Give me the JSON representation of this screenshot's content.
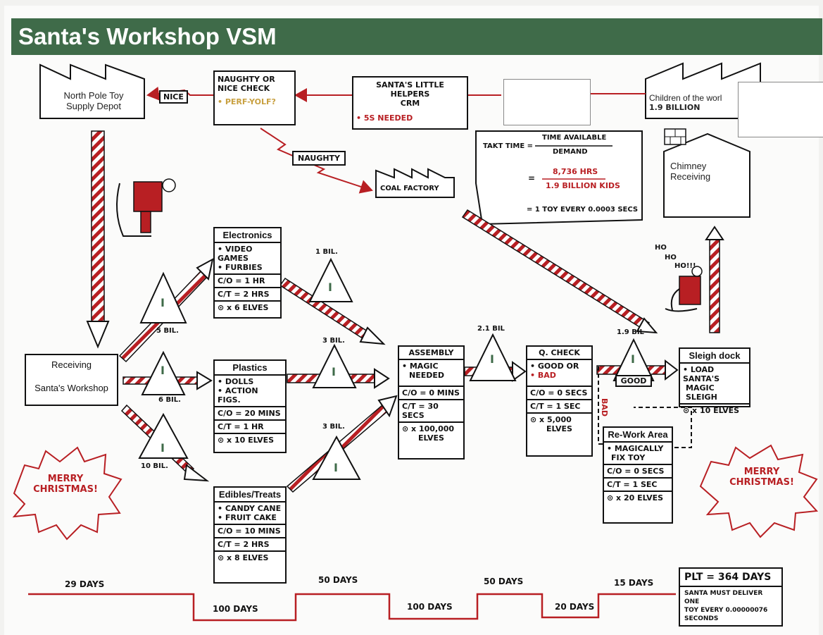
{
  "header": {
    "title": "Santa's Workshop VSM"
  },
  "supplier": {
    "line1": "North Pole Toy",
    "line2": "Supply Depot"
  },
  "naughty_nice": {
    "line1": "NAUGHTY OR",
    "line2": "NICE CHECK",
    "bullet": "• PERF-YOLF?"
  },
  "crm": {
    "line1": "SANTA'S LITTLE HELPERS",
    "line2": "CRM",
    "bullet": "• 5S NEEDED"
  },
  "customer": {
    "line1": "Children of the worl",
    "line2": "1.9 BILLION"
  },
  "chimney": {
    "line1": "Chimney",
    "line2": "Receiving"
  },
  "flow_labels": {
    "nice": "NICE",
    "naughty": "NAUGHTY",
    "good": "GOOD",
    "bad": "BAD"
  },
  "coal": {
    "label": "COAL FACTORY"
  },
  "takt": {
    "label": "TAKT TIME =",
    "numerator": "TIME AVAILABLE",
    "denominator": "DEMAND",
    "eq": "=",
    "num2": "8,736 HRS",
    "den2": "1.9 BILLION KIDS",
    "result": "= 1 TOY EVERY 0.0003 SECS"
  },
  "receiving": {
    "line1": "Receiving",
    "line2": "Santa's Workshop"
  },
  "electronics": {
    "title": "Electronics",
    "items": [
      "• VIDEO GAMES",
      "• FURBIES"
    ],
    "co": "C/O = 1 HR",
    "ct": "C/T = 2 HRS",
    "elves": "⊙ x 6 ELVES"
  },
  "plastics": {
    "title": "Plastics",
    "items": [
      "• DOLLS",
      "• ACTION FIGS."
    ],
    "co": "C/O = 20 MINS",
    "ct": "C/T = 1 HR",
    "elves": "⊙ x 10 ELVES"
  },
  "edibles": {
    "title": "Edibles/Treats",
    "items": [
      "• CANDY CANE",
      "• FRUIT CAKE"
    ],
    "co": "C/O = 10 MINS",
    "ct": "C/T = 2 HRS",
    "elves": "⊙ x 8 ELVES"
  },
  "assembly": {
    "title": "ASSEMBLY",
    "items": [
      "• MAGIC",
      "NEEDED"
    ],
    "co": "C/O = 0 MINS",
    "ct": "C/T = 30 SECS",
    "elves": "⊙ x 100,000",
    "elves2": "ELVES"
  },
  "qcheck": {
    "title": "Q. CHECK",
    "good": "• GOOD  OR",
    "bad": "• BAD",
    "co": "C/O = 0 SECS",
    "ct": "C/T = 1 SEC",
    "elves": "⊙ x 5,000",
    "elves2": "ELVES"
  },
  "rework": {
    "title": "Re-Work Area",
    "items": [
      "• MAGICALLY",
      "FIX TOY"
    ],
    "co": "C/O = 0 SECS",
    "ct": "C/T = 1 SEC",
    "elves": "⊙ x 20 ELVES"
  },
  "sleigh_dock": {
    "title": "Sleigh dock",
    "items": [
      "• LOAD SANTA'S",
      "MAGIC SLEIGH"
    ],
    "elves": "⊙ x 10 ELVES"
  },
  "inventory": {
    "receiving_electronics": "5 BIL.",
    "receiving_plastics": "6 BIL.",
    "receiving_edibles": "10 BIL.",
    "electronics_assembly": "1 BIL.",
    "plastics_assembly": "3 BIL.",
    "edibles_assembly": "3 BIL.",
    "assembly_qcheck": "2.1 BIL",
    "qcheck_sleigh": "1.9 BIL",
    "symbol": "I"
  },
  "santa": {
    "hoho": [
      "HO",
      "HO",
      "HO!!!"
    ]
  },
  "merry": {
    "line1": "MERRY",
    "line2": "CHRISTMAS!"
  },
  "timeline": {
    "upper": [
      "29 DAYS",
      "50 DAYS",
      "50 DAYS",
      "15 DAYS"
    ],
    "lower": [
      "100 DAYS",
      "100 DAYS",
      "20 DAYS"
    ]
  },
  "plt": {
    "title": "PLT = 364 DAYS",
    "line1": "SANTA MUST DELIVER ONE",
    "line2": "TOY EVERY 0.00000076",
    "line3": "SECONDS"
  },
  "colors": {
    "banner": "#3f6b49",
    "red": "#b81f23"
  }
}
